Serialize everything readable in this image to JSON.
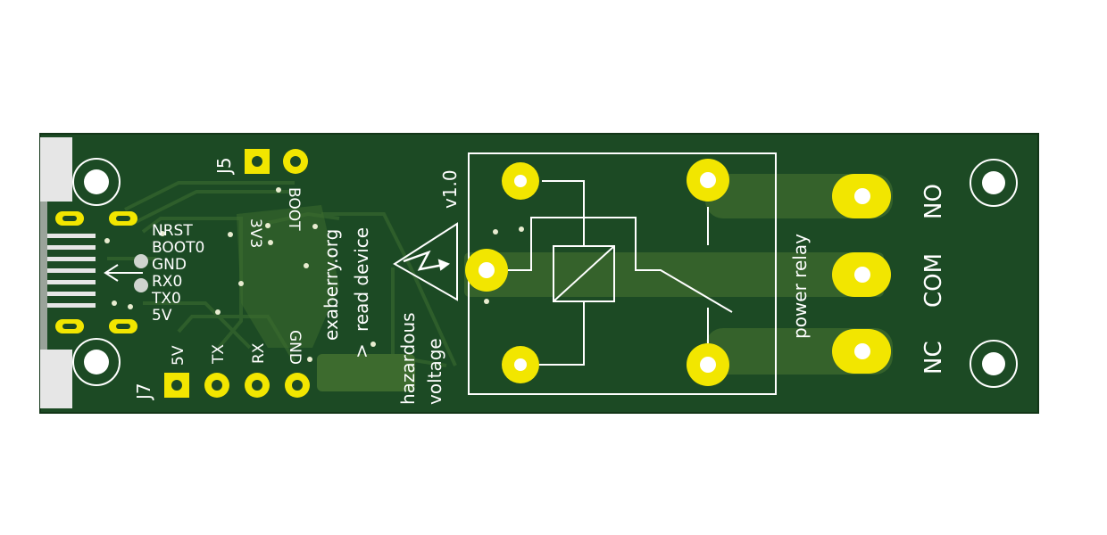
{
  "colors": {
    "background": "#ffffff",
    "board": "#1c4a24",
    "board_edge": "#133618",
    "copper_pour": "#3d6b2e",
    "trace": "#2e5e2b",
    "pad_gold": "#f2e600",
    "silkscreen": "#ffffff",
    "usb_metal": "#e6e6e6",
    "hole": "#ffffff"
  },
  "labels": {
    "j5": "J5",
    "j7": "J7",
    "pin_3v3": "3V3",
    "pin_boot": "BOOT",
    "usb_nrst": "NRST",
    "usb_boot0": "BOOT0",
    "usb_gnd": "GND",
    "usb_rx0": "RX0",
    "usb_tx0": "TX0",
    "usb_5v": "5V",
    "hdr_5v": "5V",
    "hdr_tx": "TX",
    "hdr_rx": "RX",
    "hdr_gnd": "GND",
    "website": "exaberry.org",
    "read_device": "read device",
    "arrow": ">",
    "version": "v1.0",
    "hazardous": "hazardous",
    "voltage": "voltage",
    "power_relay": "power relay",
    "nc": "NC",
    "com": "COM",
    "no": "NO"
  },
  "icons": {
    "warning": "high-voltage-warning-icon",
    "relay": "relay-symbol-icon"
  }
}
